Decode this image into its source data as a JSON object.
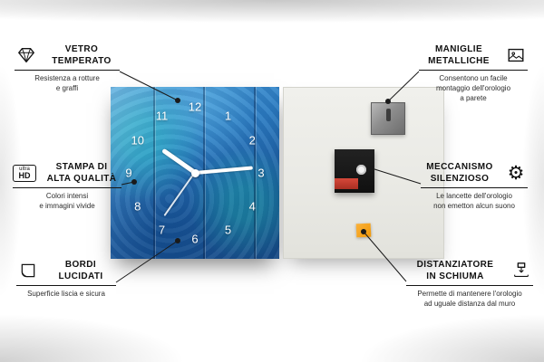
{
  "features": {
    "left": [
      {
        "icon": "diamond-icon",
        "title": "VETRO\nTEMPERATO",
        "desc": "Resistenza a rotture\ne graffi"
      },
      {
        "icon": "ultra-hd-icon",
        "icon_text_top": "ultra",
        "icon_text_bottom": "HD",
        "title": "STAMPA DI\nALTA QUALITÀ",
        "desc": "Colori intensi\ne immagini vivide"
      },
      {
        "icon": "polished-edge-icon",
        "title": "BORDI\nLUCIDATI",
        "desc": "Superficie liscia e sicura"
      }
    ],
    "right": [
      {
        "icon": "picture-frame-icon",
        "title": "MANIGLIE\nMETALLICHE",
        "desc": "Consentono un facile\nmontaggio dell'orologio\na parete"
      },
      {
        "icon": "gear-icon",
        "icon_glyph": "⚙",
        "title": "MECCANISMO\nSILENZIOSO",
        "desc": "Le lancette dell'orologio\nnon emetton alcun suono"
      },
      {
        "icon": "foam-spacer-icon",
        "title": "DISTANZIATORE\nIN SCHIUMA",
        "desc": "Permette di mantenere l'orologio\nad uguale distanza dal muro"
      }
    ]
  },
  "clock": {
    "numbers": [
      1,
      2,
      3,
      4,
      5,
      6,
      7,
      8,
      9,
      10,
      11,
      12
    ],
    "colors": {
      "face_blue": "#2d7ec4",
      "face_teal_accent": "#1fc8aa",
      "back_panel": "#e9e9e4",
      "hanger_metal": "#8d8d8d",
      "mechanism_black": "#141414",
      "battery_red": "#c23b2a",
      "spacer_orange": "#f5a315",
      "hands_white": "#ffffff"
    }
  }
}
